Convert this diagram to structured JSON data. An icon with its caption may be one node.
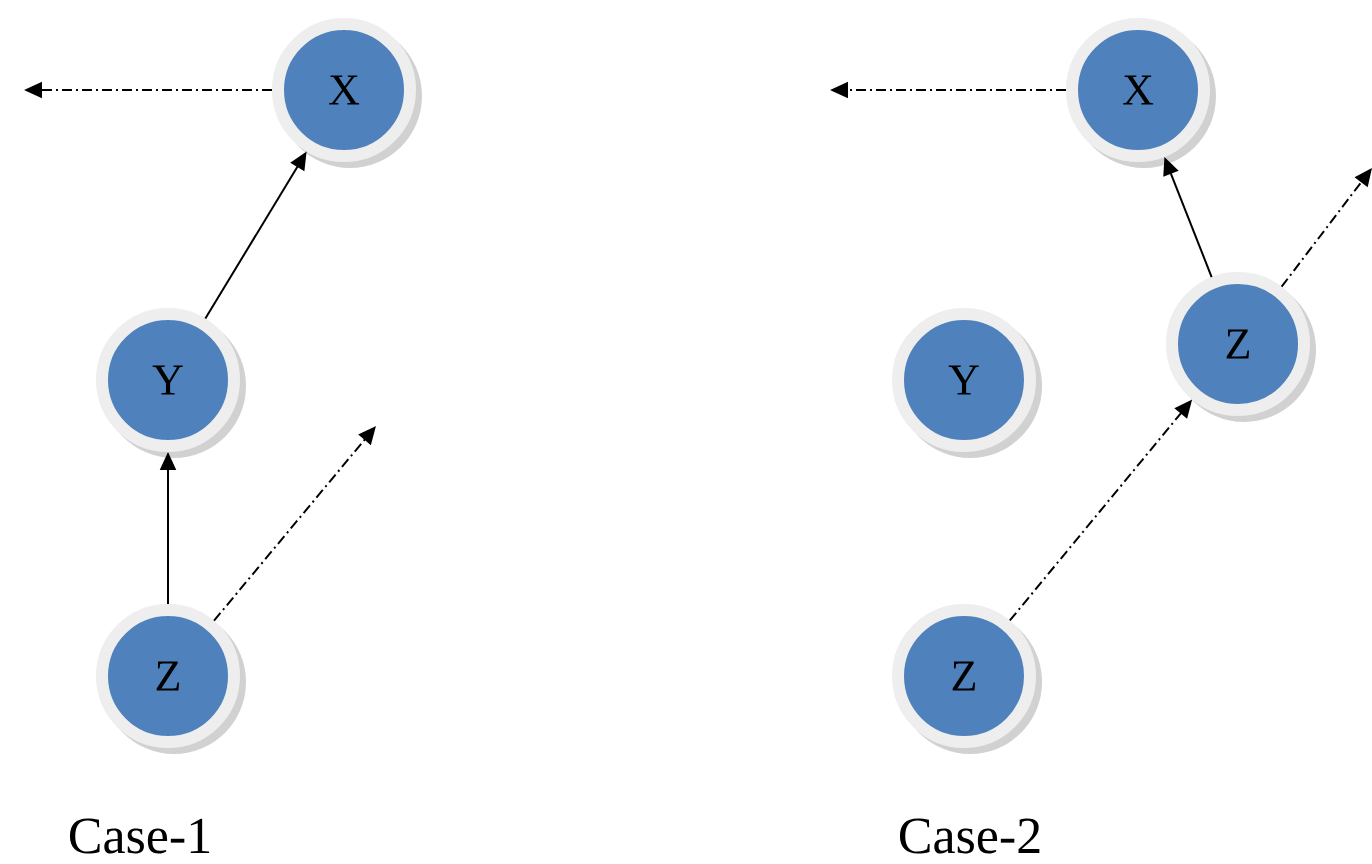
{
  "diagram": {
    "nodes": [
      {
        "text": [
          "X"
        ]
      },
      {
        "text": [
          "Y"
        ]
      },
      {
        "text": [
          "Z"
        ]
      },
      {
        "text": [
          "X"
        ]
      },
      {
        "text": [
          "Z"
        ]
      },
      {
        "text": [
          "Y"
        ]
      },
      {
        "text": [
          "Z"
        ]
      }
    ],
    "edges": [
      {
        "from": 1,
        "to": 0,
        "arrow": "to"
      },
      {
        "from": 2,
        "to": 1,
        "arrow": "to"
      },
      {
        "from": 0,
        "to": null,
        "arrow": "to",
        "style": "dashed"
      },
      {
        "from": 2,
        "to": null,
        "arrow": "to",
        "style": "dashed"
      },
      {
        "from": 3,
        "to": null,
        "arrow": "to",
        "style": "dashed"
      },
      {
        "from": 4,
        "to": 3,
        "arrow": "to"
      },
      {
        "from": 6,
        "to": 4,
        "arrow": "to",
        "style": "dashed"
      },
      {
        "from": 4,
        "to": null,
        "arrow": "to",
        "style": "dashed"
      }
    ],
    "labels": [
      "Case-1",
      "Case-2"
    ]
  }
}
